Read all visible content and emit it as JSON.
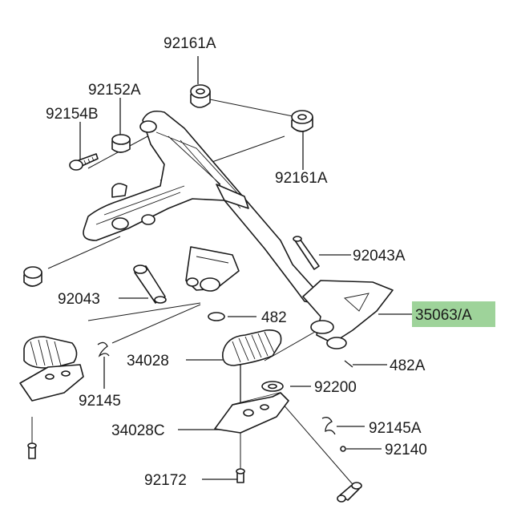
{
  "labels": {
    "p92161A_top": "92161A",
    "p92152A": "92152A",
    "p92154B": "92154B",
    "p92161A_right": "92161A",
    "p92043A": "92043A",
    "p35063A": "35063/A",
    "p92043": "92043",
    "p482": "482",
    "p482A": "482A",
    "p34028": "34028",
    "p92200": "92200",
    "p92145": "92145",
    "p34028C": "34028C",
    "p92145A": "92145A",
    "p92140": "92140",
    "p92172": "92172"
  },
  "colors": {
    "line": "#1a1a1a",
    "highlight": "#9ed39a",
    "background": "#ffffff"
  }
}
